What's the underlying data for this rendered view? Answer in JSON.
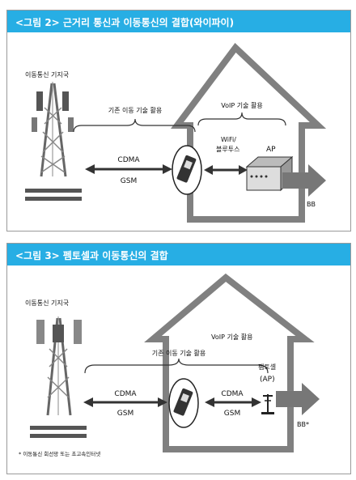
{
  "figure1": {
    "title": "<그림 2> 근거리 통신과 이동통신의 결합(와이파이)",
    "tower_label": "이동통신 기지국",
    "bracket_existing": "기존 이동 기술 활용",
    "bracket_voip": "VoIP 기술 활용",
    "cdma": "CDMA",
    "gsm": "GSM",
    "wifi_line1": "WiFi/",
    "wifi_line2": "블루투스",
    "ap": "AP",
    "bb": "BB"
  },
  "figure2": {
    "title": "<그림 3> 펨토셀과 이동통신의 결합",
    "tower_label": "이동통신 기지국",
    "voip": "VoIP 기술 활용",
    "bracket_existing": "기존 이동 기술 활용",
    "cdma_left": "CDMA",
    "gsm_left": "GSM",
    "cdma_right": "CDMA",
    "gsm_right": "GSM",
    "femto_line1": "펨토셀",
    "femto_line2": "(AP)",
    "bb": "BB*",
    "footnote": "* 이동통신 회선망 또는 초고속인터넷"
  }
}
